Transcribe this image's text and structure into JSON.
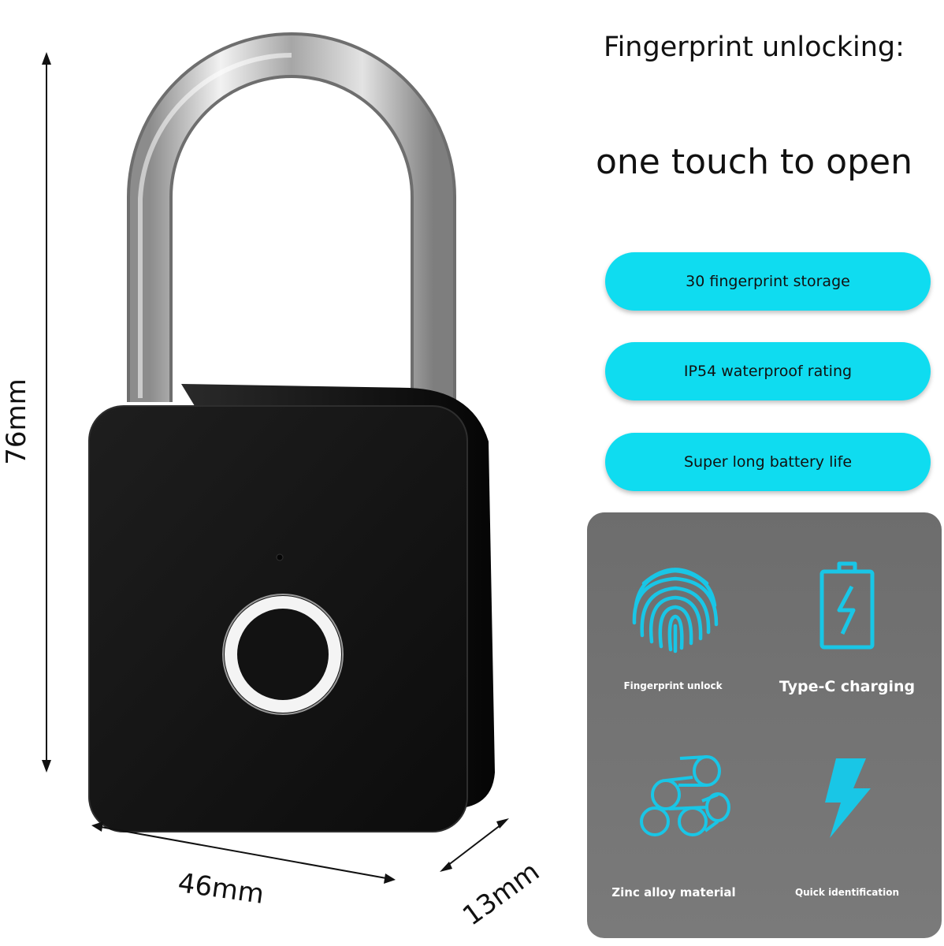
{
  "headline": {
    "line1": "Fingerprint unlocking:",
    "line2": "one touch to open"
  },
  "feature_pills": [
    {
      "label": "30 fingerprint storage"
    },
    {
      "label": "IP54 waterproof rating"
    },
    {
      "label": "Super long battery life"
    }
  ],
  "feature_grid": [
    {
      "icon": "fingerprint-icon",
      "label": "Fingerprint unlock"
    },
    {
      "icon": "battery-charging-icon",
      "label": "Type-C charging"
    },
    {
      "icon": "zinc-alloy-icon",
      "label": "Zinc alloy material"
    },
    {
      "icon": "lightning-bolt-icon",
      "label": "Quick identification"
    }
  ],
  "dimensions": {
    "height": "76mm",
    "width": "46mm",
    "depth": "13mm"
  },
  "colors": {
    "accent_cyan": "#0fdcf0",
    "icon_cyan": "#19c6e6",
    "panel_gray": "#737373",
    "lock_body": "#141414"
  }
}
